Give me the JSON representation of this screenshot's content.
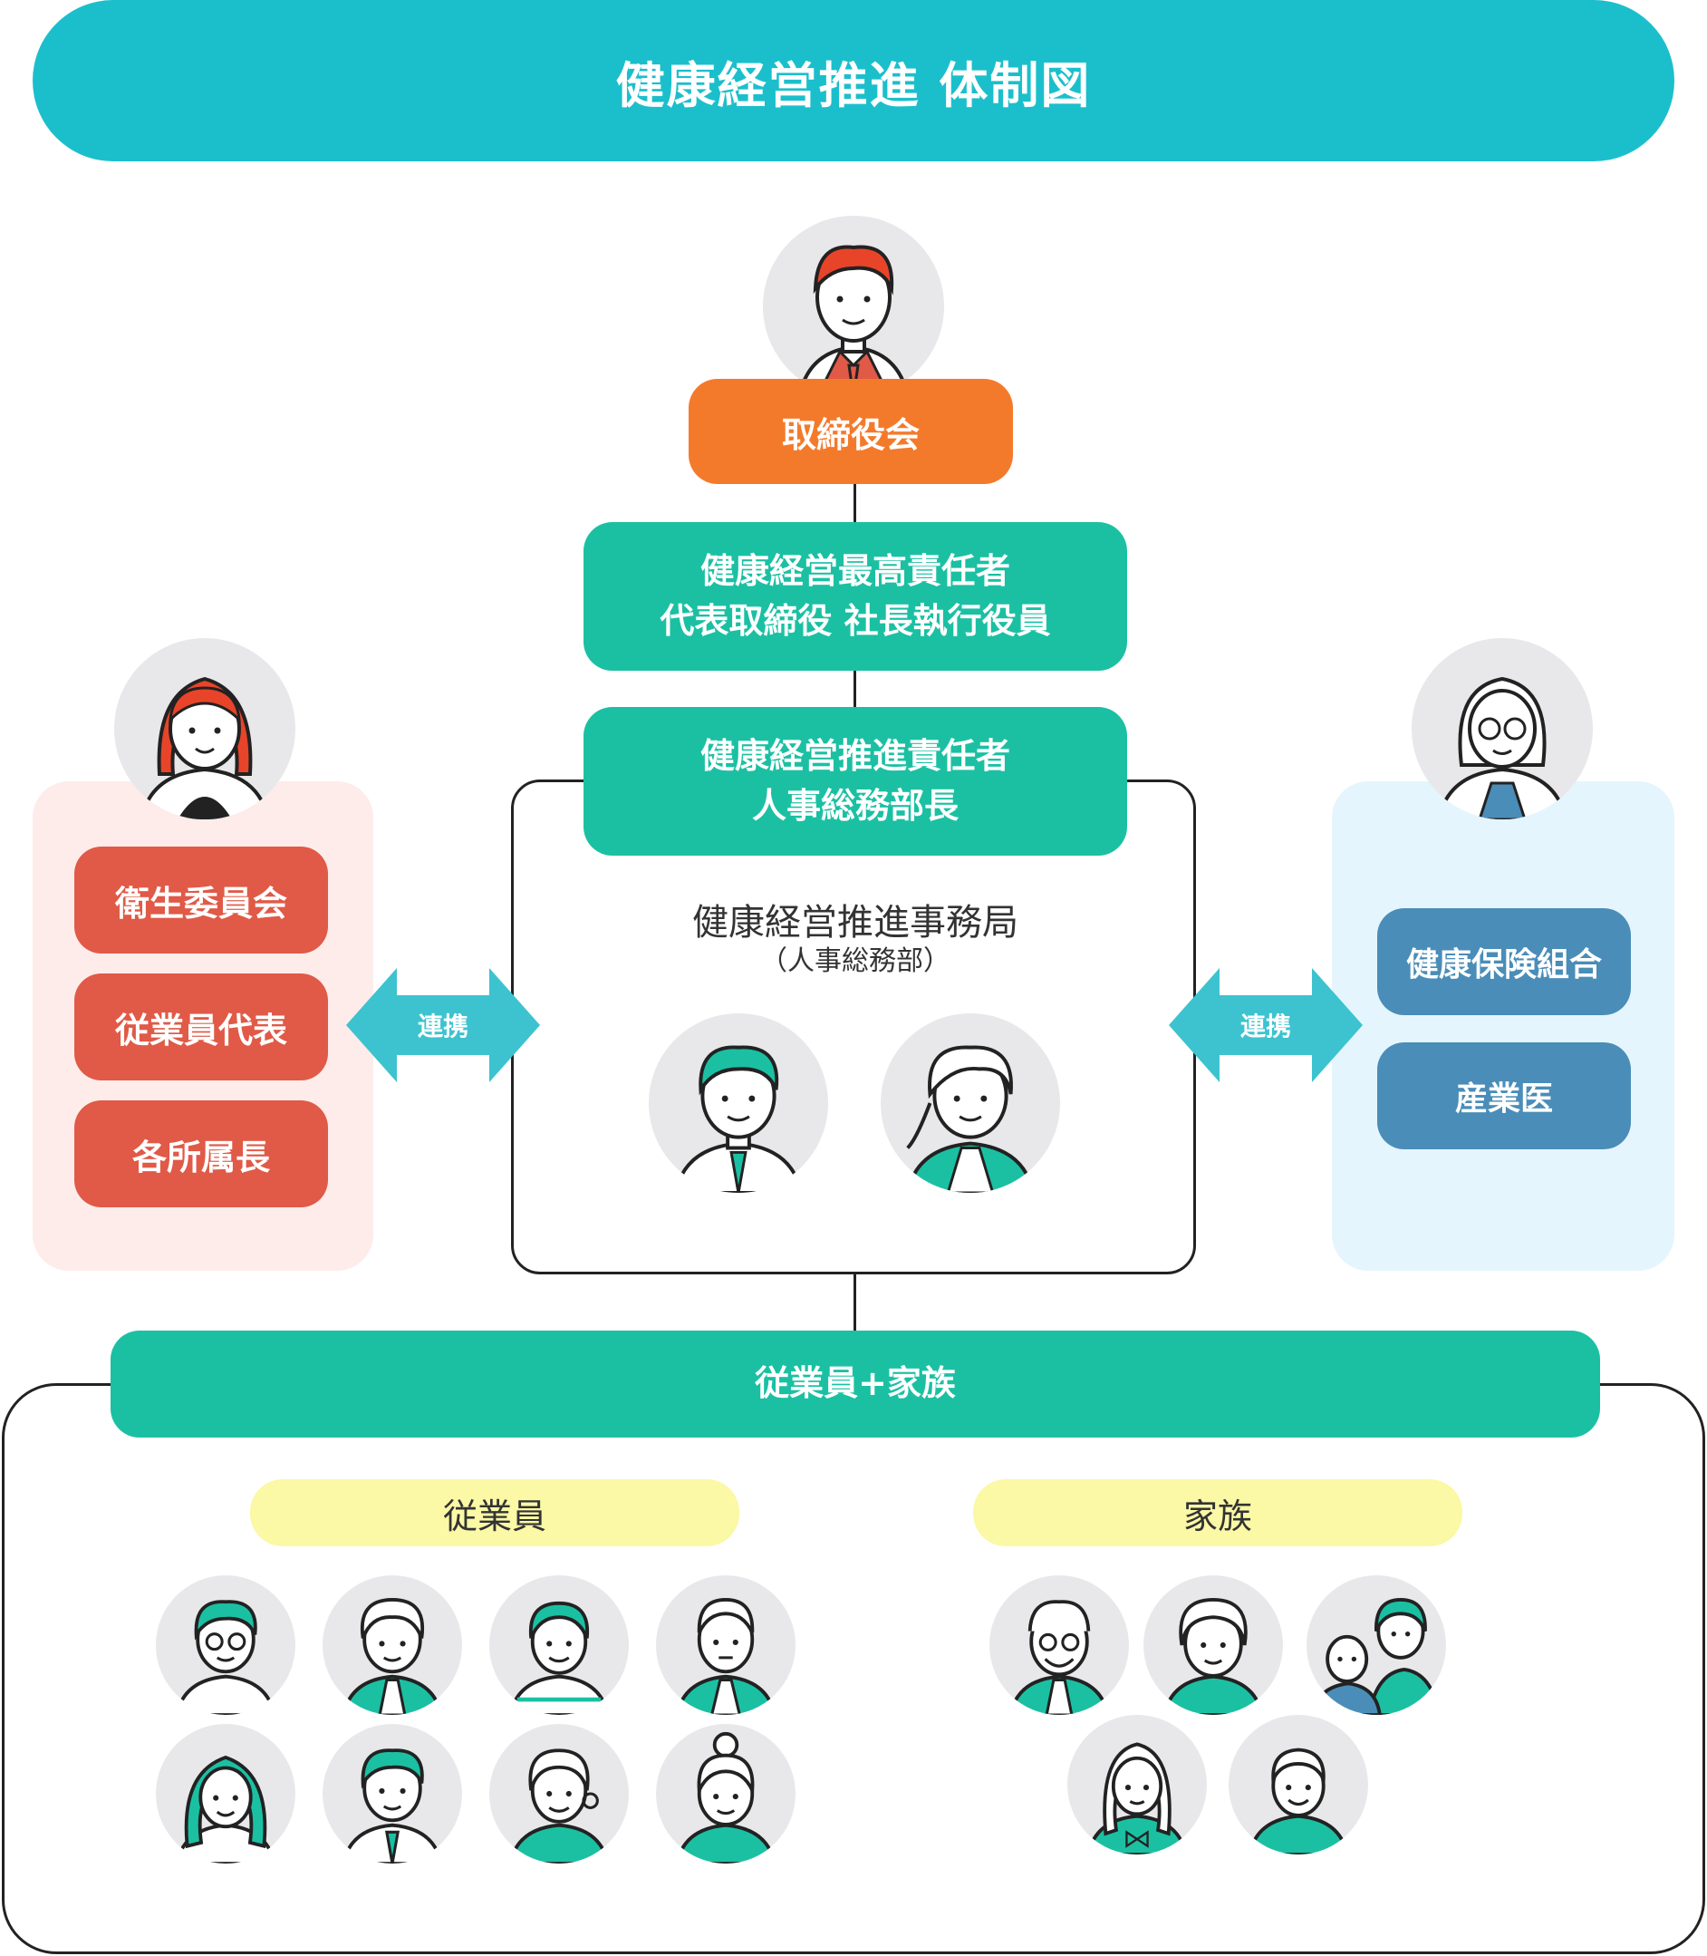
{
  "title": "健康経営推進 体制図",
  "board": {
    "label": "取締役会"
  },
  "chief": {
    "line1": "健康経営最高責任者",
    "line2": "代表取締役 社長執行役員"
  },
  "promoter": {
    "line1": "健康経営推進責任者",
    "line2": "人事総務部長"
  },
  "office": {
    "title": "健康経営推進事務局",
    "subtitle": "（人事総務部）"
  },
  "left_group": {
    "items": [
      "衛生委員会",
      "従業員代表",
      "各所属長"
    ]
  },
  "right_group": {
    "items": [
      "健康保険組合",
      "産業医"
    ]
  },
  "link_label": "連携",
  "employees_family": {
    "label": "従業員+家族",
    "employees_label": "従業員",
    "family_label": "家族"
  },
  "colors": {
    "teal": "#1bbfcc",
    "green": "#1bc0a3",
    "orange": "#f47a2b",
    "red": "#e05a47",
    "blue": "#4a8db8",
    "arrow": "#3cc3cf",
    "yellow": "#fbf8a6"
  },
  "icons": [
    "person-avatar-icon",
    "double-arrow-icon"
  ]
}
